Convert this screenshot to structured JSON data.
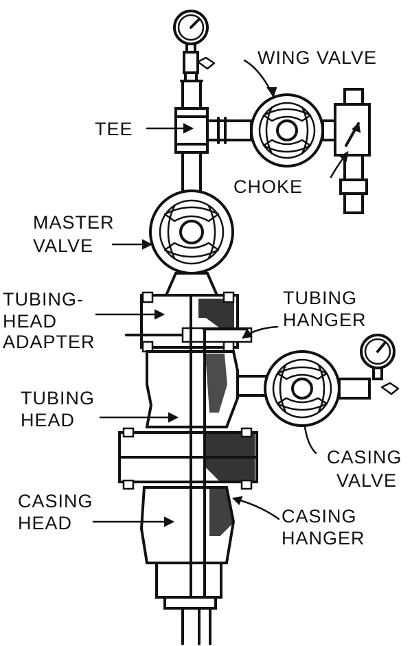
{
  "diagram": {
    "labels": {
      "wing_valve": "WING VALVE",
      "tee": "TEE",
      "choke": "CHOKE",
      "master_valve_1": "MASTER",
      "master_valve_2": "VALVE",
      "tubing_head_adapter_1": "TUBING-",
      "tubing_head_adapter_2": "HEAD",
      "tubing_head_adapter_3": "ADAPTER",
      "tubing_hanger_1": "TUBING",
      "tubing_hanger_2": "HANGER",
      "tubing_head_1": "TUBING",
      "tubing_head_2": "HEAD",
      "casing_valve_1": "CASING",
      "casing_valve_2": "VALVE",
      "casing_head_1": "CASING",
      "casing_head_2": "HEAD",
      "casing_hanger_1": "CASING",
      "casing_hanger_2": "HANGER"
    },
    "colors": {
      "ink": "#111111",
      "paper": "#ffffff"
    }
  }
}
